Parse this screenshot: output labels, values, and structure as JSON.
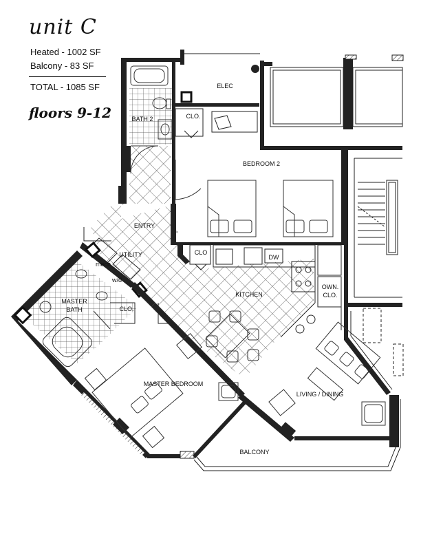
{
  "header": {
    "unit_title": "unit C",
    "heated": "Heated - 1002 SF",
    "balcony_area": "Balcony - 83 SF",
    "total": "TOTAL - 1085 SF",
    "floors": "floors 9-12"
  },
  "rooms": {
    "elec": "ELEC",
    "bath2": "BATH 2",
    "clo_top": "CLO.",
    "bedroom2": "BEDROOM 2",
    "entry": "ENTRY",
    "utility": "UTILITY",
    "mech": "mech",
    "wd": "w/d",
    "clo_kitchen": "CLO",
    "dw": "DW",
    "kitchen": "KITCHEN",
    "own_clo_1": "OWN.",
    "own_clo_2": "CLO.",
    "master_bath_1": "MASTER",
    "master_bath_2": "BATH",
    "clo_master": "CLO.",
    "master_bedroom": "MASTER BEDROOM",
    "living_dining": "LIVING / DINING",
    "balcony": "BALCONY"
  }
}
